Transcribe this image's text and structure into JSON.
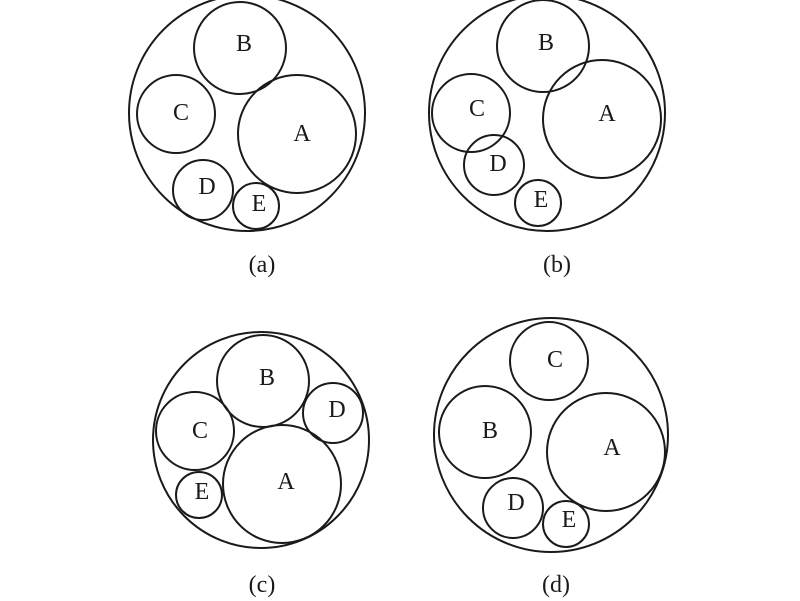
{
  "panels": [
    {
      "caption": "(a)",
      "circles": [
        {
          "label": "A"
        },
        {
          "label": "B"
        },
        {
          "label": "C"
        },
        {
          "label": "D"
        },
        {
          "label": "E"
        }
      ]
    },
    {
      "caption": "(b)",
      "circles": [
        {
          "label": "A"
        },
        {
          "label": "B"
        },
        {
          "label": "C"
        },
        {
          "label": "D"
        },
        {
          "label": "E"
        }
      ]
    },
    {
      "caption": "(c)",
      "circles": [
        {
          "label": "A"
        },
        {
          "label": "B"
        },
        {
          "label": "C"
        },
        {
          "label": "D"
        },
        {
          "label": "E"
        }
      ]
    },
    {
      "caption": "(d)",
      "circles": [
        {
          "label": "A"
        },
        {
          "label": "B"
        },
        {
          "label": "C"
        },
        {
          "label": "D"
        },
        {
          "label": "E"
        }
      ]
    }
  ]
}
